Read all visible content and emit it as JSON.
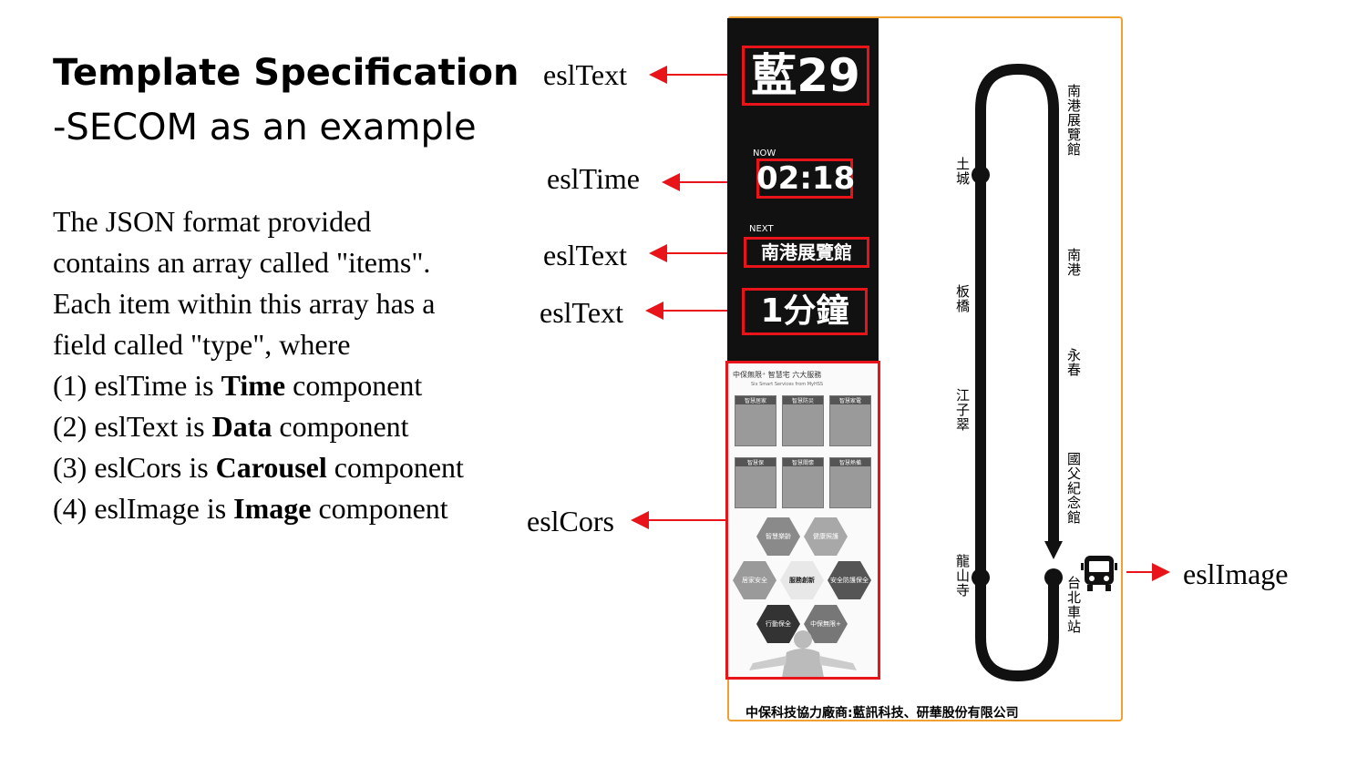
{
  "heading": {
    "title": "Template Specification",
    "subtitle": "-SECOM as an example"
  },
  "description": {
    "intro_line1": "The JSON format provided",
    "intro_line2": "contains an array called \"items\".",
    "intro_line3": "Each item within this array has a",
    "intro_line4": "field called \"type\", where",
    "items": [
      {
        "prefix": "(1) eslTime is ",
        "bold": "Time",
        "suffix": " component"
      },
      {
        "prefix": "(2) eslText is ",
        "bold": "Data",
        "suffix": " component"
      },
      {
        "prefix": "(3) eslCors is ",
        "bold": "Carousel",
        "suffix": " component"
      },
      {
        "prefix": "(4) eslImage is ",
        "bold": "Image",
        "suffix": " component"
      }
    ]
  },
  "callouts": {
    "route_text": "eslText",
    "time": "eslTime",
    "next_text": "eslText",
    "eta_text": "eslText",
    "carousel": "eslCors",
    "image": "eslImage"
  },
  "sign": {
    "route": "藍29",
    "now_label": "NOW",
    "time": "02:18",
    "next_label": "NEXT",
    "next_stop": "南港展覽館",
    "eta": "1分鐘",
    "footer": "中保科技協力廠商:藍訊科技、研華股份有限公司"
  },
  "carousel": {
    "header": "中保無限⁺ 智慧宅 六大服務",
    "header_sub": "Six Smart Services from MyHSS",
    "tiles": [
      "智慧居家",
      "智慧防災",
      "智慧家電",
      "智慧保",
      "智慧關懷",
      "智慧熱備"
    ],
    "hexes": [
      "智慧樂齡",
      "健康照護",
      "居家安全",
      "服務創新",
      "安全防護保全",
      "行動保全",
      "中保無限+"
    ]
  },
  "route_map": {
    "left_stops": [
      "土城",
      "板橋",
      "江子翠",
      "龍山寺"
    ],
    "right_stops": [
      "南港展覽館",
      "南港",
      "永春",
      "國父紀念館",
      "台北車站"
    ]
  },
  "colors": {
    "highlight": "#e8141a",
    "sign_border": "#f0a030",
    "panel": "#111111"
  }
}
